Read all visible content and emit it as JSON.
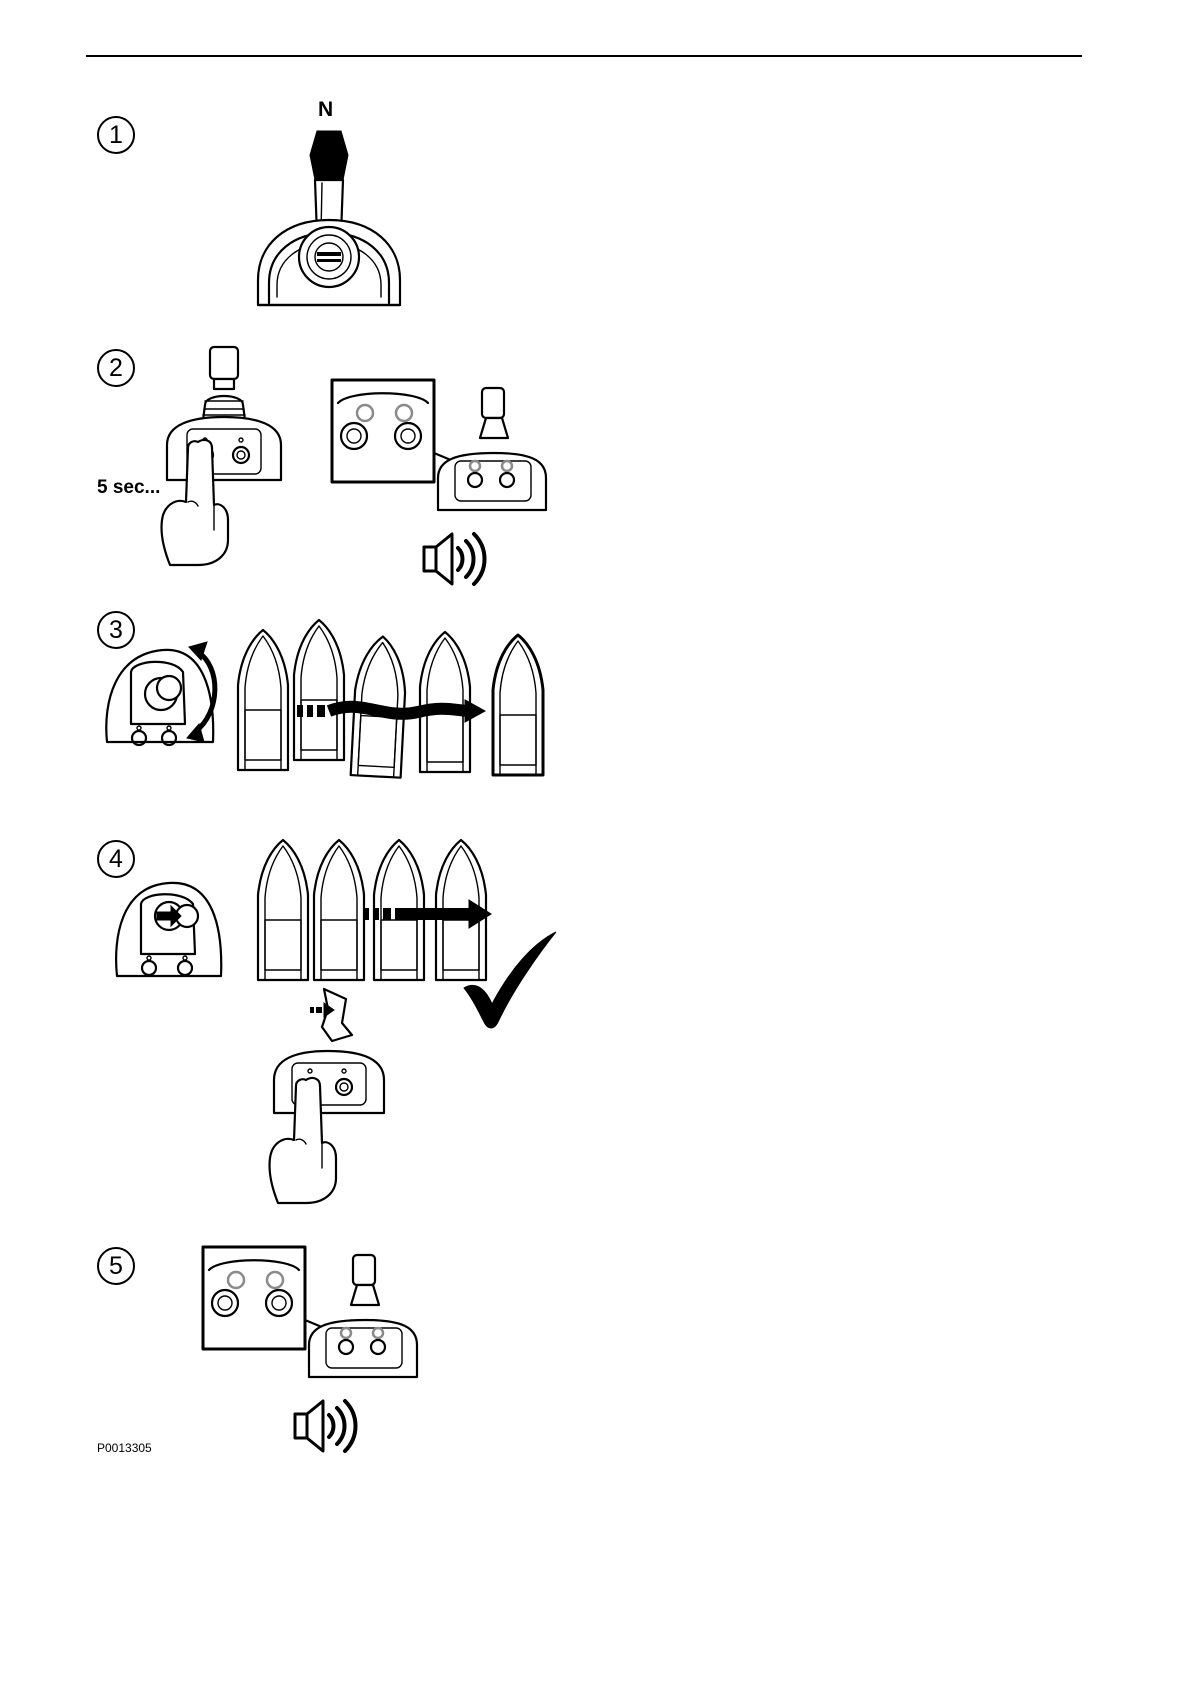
{
  "steps": [
    {
      "number": "1"
    },
    {
      "number": "2"
    },
    {
      "number": "3"
    },
    {
      "number": "4"
    },
    {
      "number": "5"
    }
  ],
  "step1": {
    "neutral_label": "N"
  },
  "step2": {
    "duration_label": "5 sec..."
  },
  "figure_code": "P0013305",
  "icons": [
    "control-lever-icon",
    "joystick-icon",
    "finger-press-icon",
    "speaker-icon",
    "boat-icon",
    "arrow-icon",
    "checkmark-icon"
  ]
}
